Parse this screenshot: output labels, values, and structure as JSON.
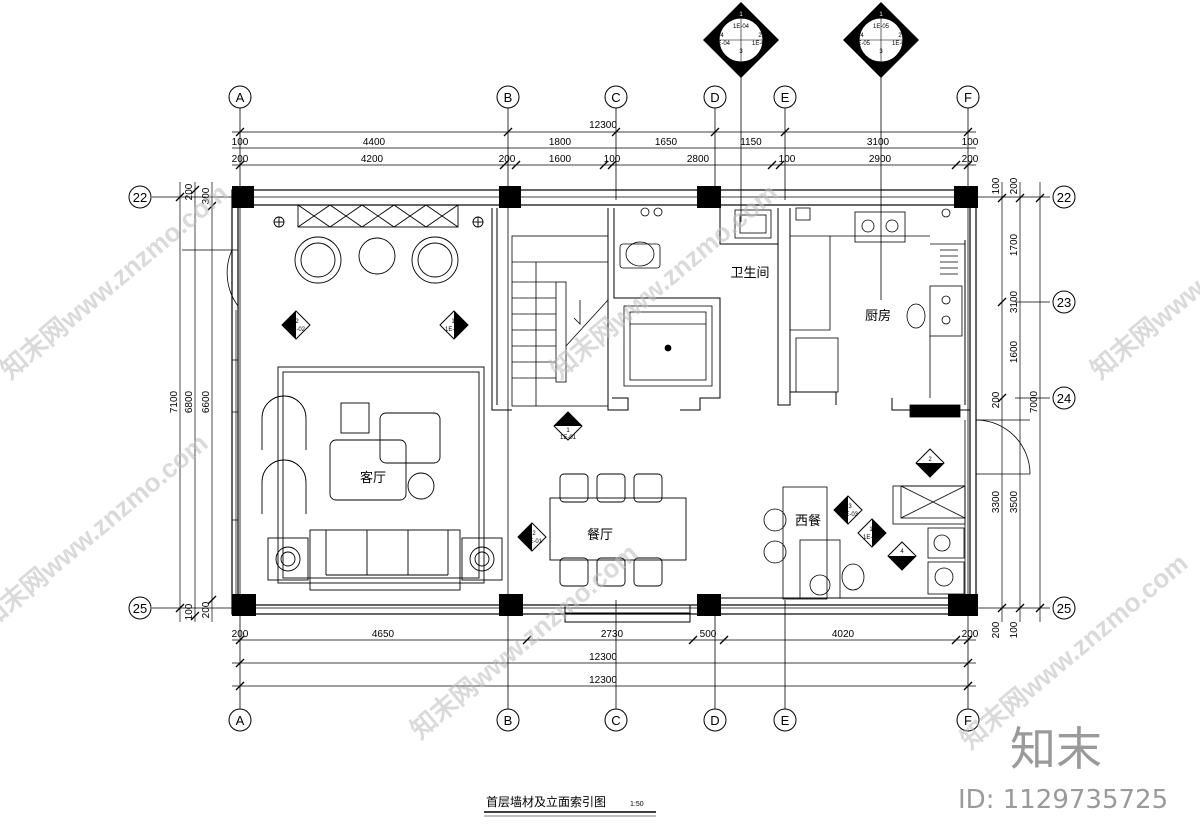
{
  "drawing": {
    "title": "首层墙材及立面索引图",
    "scale": "1:50",
    "rooms": {
      "living": "客厅",
      "dining": "餐厅",
      "bathroom": "卫生间",
      "kitchen": "厨房",
      "western_dining": "西餐"
    },
    "axes_columns": [
      "A",
      "B",
      "C",
      "D",
      "E",
      "F"
    ],
    "axes_rows": [
      "22",
      "23",
      "24",
      "25"
    ],
    "top_total": "12300",
    "top_row1": [
      "100",
      "4400",
      "1800",
      "1650",
      "1150",
      "3100",
      "100"
    ],
    "top_row2": [
      "200",
      "4200",
      "200",
      "1600",
      "100",
      "2800",
      "100",
      "2900",
      "200"
    ],
    "bottom_row1": [
      "200",
      "4650",
      "2730",
      "500",
      "4020",
      "200"
    ],
    "bottom_total_1": "12300",
    "bottom_total_2": "12300",
    "left_outer": "7100",
    "left_mid": "6800",
    "left_inner": "6600",
    "left_top_small": [
      "200",
      "300"
    ],
    "left_bottom_small": [
      "100",
      "200"
    ],
    "right_outer": "7000",
    "right_segments": [
      "100",
      "200",
      "1700",
      "3100",
      "1600",
      "200",
      "3300",
      "3500",
      "200",
      "100"
    ],
    "elevation_tags": {
      "tag_1E02_a": {
        "num": "2",
        "ref": "1E-02"
      },
      "tag_1E02_b": {
        "num": "1",
        "ref": "1E-02"
      },
      "tag_1E01_a": {
        "num": "1",
        "ref": "1E-01"
      },
      "tag_1E01_b": {
        "num": "2",
        "ref": "1E-01"
      },
      "tag_1E03_a": {
        "num": "2",
        "ref": "1E-03"
      },
      "tag_1E03_b": {
        "num": "3",
        "ref": "1E-03"
      },
      "tag_1E03_c": {
        "num": "1",
        "ref": "1E-03"
      },
      "tag_1E03_d": {
        "num": "4",
        "ref": "1E-03"
      }
    },
    "diamond_tags": {
      "d1": {
        "n1": "1",
        "n2": "2",
        "n3": "3",
        "n4": "4",
        "ref": "1E-04"
      },
      "d2": {
        "n1": "1",
        "n2": "2",
        "n3": "3",
        "n4": "4",
        "ref": "1E-05"
      }
    }
  },
  "watermark": {
    "text": "知末网www.znzmo.com",
    "logo": "知末",
    "id_label": "ID: 1129735725"
  }
}
